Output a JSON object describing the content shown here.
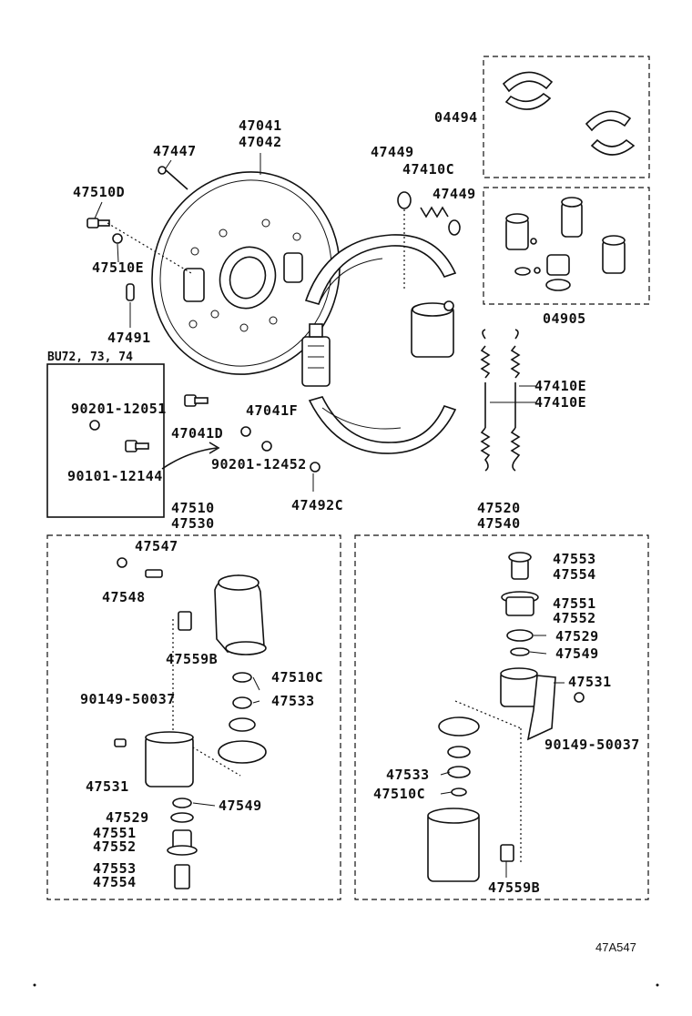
{
  "diagram": {
    "reference_code": "47A547",
    "group_note": "BU72, 73, 74",
    "labels": {
      "p04494": "04494",
      "p04905": "04905",
      "p47041": "47041",
      "p47042": "47042",
      "p47447": "47447",
      "p47449a": "47449",
      "p47410c": "47410C",
      "p47449b": "47449",
      "p47510d": "47510D",
      "p47510e": "47510E",
      "p47491": "47491",
      "p90201_12051": "90201-12051",
      "p47041d": "47041D",
      "p47041f": "47041F",
      "p90101_12144": "90101-12144",
      "p90201_12452": "90201-12452",
      "p47492c": "47492C",
      "p47410e_a": "47410E",
      "p47410e_b": "47410E",
      "p47510": "47510",
      "p47530": "47530",
      "p47520": "47520",
      "p47540": "47540",
      "p47547": "47547",
      "p47548": "47548",
      "p47559b_l": "47559B",
      "p47510c_l": "47510C",
      "p47533_l": "47533",
      "p90149_l": "90149-50037",
      "p47531_l": "47531",
      "p47549_l": "47549",
      "p47529_l": "47529",
      "p47551_l": "47551",
      "p47552_l": "47552",
      "p47553_l": "47553",
      "p47554_l": "47554",
      "p47553_r": "47553",
      "p47554_r": "47554",
      "p47551_r": "47551",
      "p47552_r": "47552",
      "p47529_r": "47529",
      "p47549_r": "47549",
      "p47531_r": "47531",
      "p90149_r": "90149-50037",
      "p47533_r": "47533",
      "p47510c_r": "47510C",
      "p47559b_r": "47559B"
    }
  }
}
